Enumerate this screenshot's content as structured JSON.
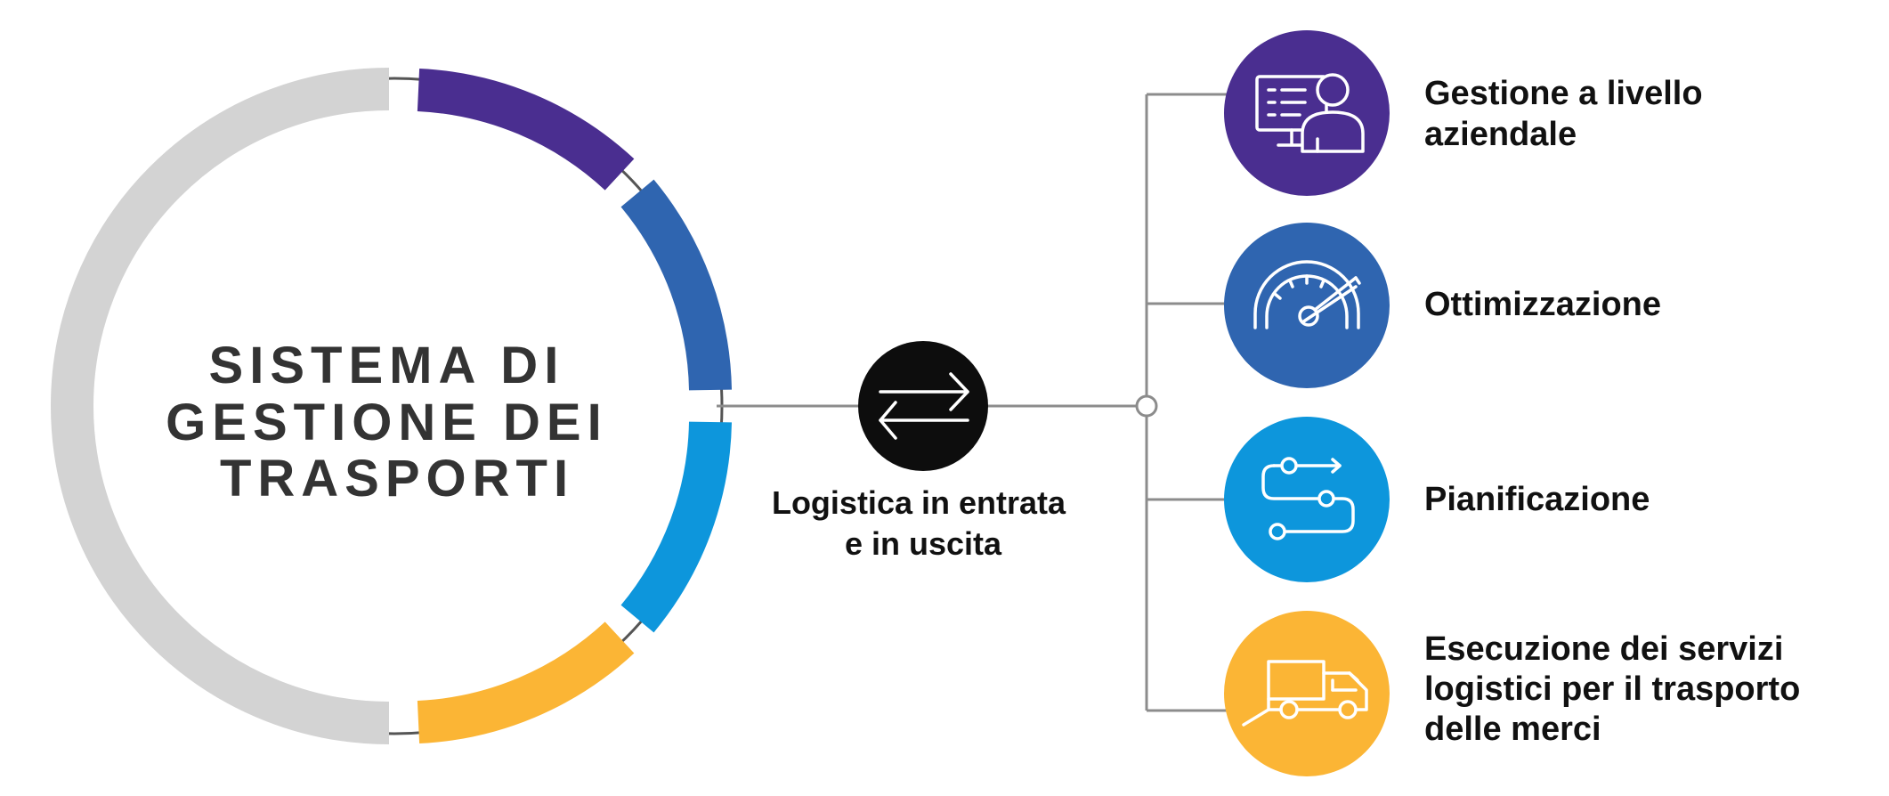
{
  "title_lines": [
    "SISTEMA DI",
    "GESTIONE DEI",
    "TRASPORTI"
  ],
  "connector": {
    "icon": "exchange-arrows-icon",
    "label_lines": [
      "Logistica in entrata",
      "e in uscita"
    ]
  },
  "colors": {
    "purple": "#4a2e90",
    "blue": "#2f65b0",
    "light_blue": "#0d96dc",
    "yellow": "#fbb535",
    "gray_ring": "#d3d3d3",
    "connector_dark": "#0d0d0d",
    "line": "#8c8c8c"
  },
  "items": [
    {
      "icon": "enterprise-user-icon",
      "color": "#4a2e90",
      "label_lines": [
        "Gestione a livello",
        "aziendale"
      ]
    },
    {
      "icon": "speedometer-icon",
      "color": "#2f65b0",
      "label_lines": [
        "Ottimizzazione"
      ]
    },
    {
      "icon": "route-planning-icon",
      "color": "#0d96dc",
      "label_lines": [
        "Pianificazione"
      ]
    },
    {
      "icon": "delivery-truck-icon",
      "color": "#fbb535",
      "label_lines": [
        "Esecuzione dei servizi",
        "logistici per il trasporto",
        "delle merci"
      ]
    }
  ]
}
